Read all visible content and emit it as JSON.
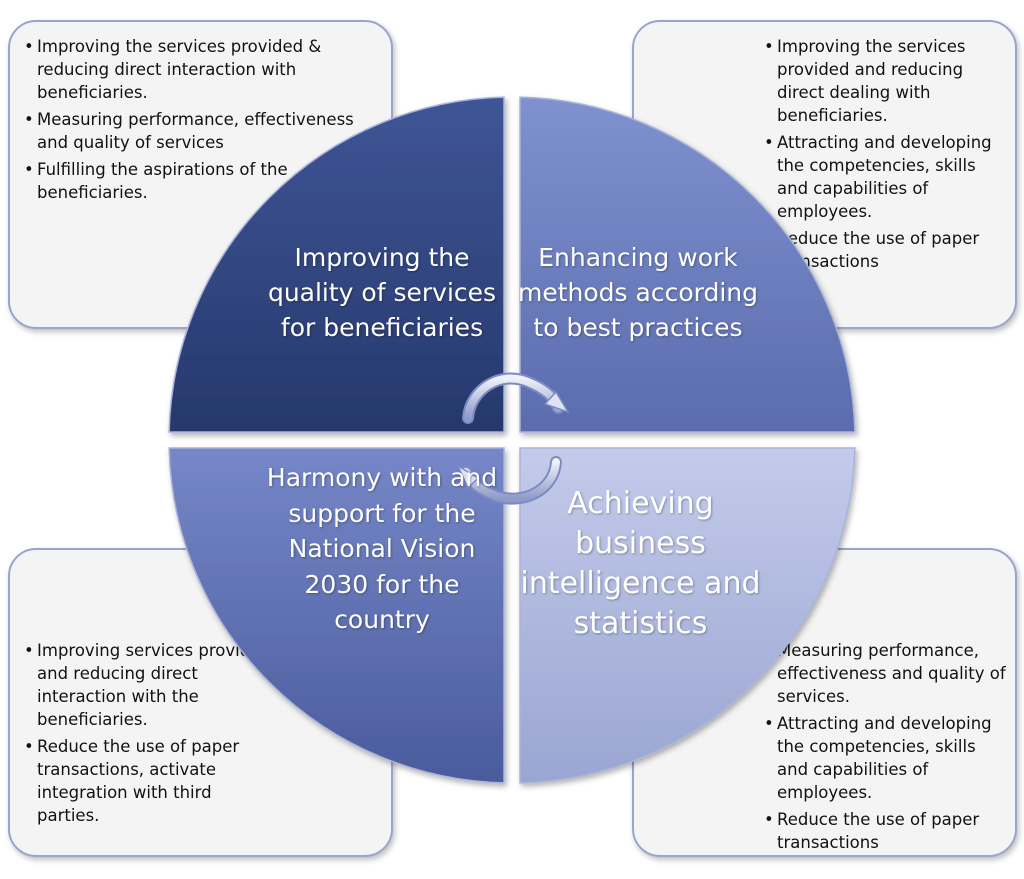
{
  "quadrants": {
    "top_left": "Improving the quality of services for beneficiaries",
    "top_right": "Enhancing work methods according to best practices",
    "bottom_left": "Harmony with and support for the National Vision 2030 for the country",
    "bottom_right": "Achieving business intelligence and statistics"
  },
  "boxes": {
    "top_left": [
      "Improving the services provided & reducing direct interaction with beneficiaries.",
      "Measuring performance, effectiveness and quality of services",
      "Fulfilling the aspirations of the beneficiaries."
    ],
    "top_right": [
      "Improving the services provided and reducing direct dealing with beneficiaries.",
      "Attracting and developing the competencies, skills and capabilities of employees.",
      "Reduce the use of paper transactions"
    ],
    "bottom_left": [
      "Improving services provided and reducing direct interaction with the beneficiaries.",
      "Reduce the use of paper transactions, activate integration with third parties."
    ],
    "bottom_right": [
      "Measuring performance, effectiveness and quality of services.",
      "Attracting and developing the competencies, skills and capabilities of employees.",
      "Reduce the use of paper transactions"
    ]
  },
  "colors": {
    "q_top_left": "#2e4178",
    "q_top_right": "#6d7fc0",
    "q_bottom_left": "#5d6fb0",
    "q_bottom_right": "#b3bde0"
  }
}
